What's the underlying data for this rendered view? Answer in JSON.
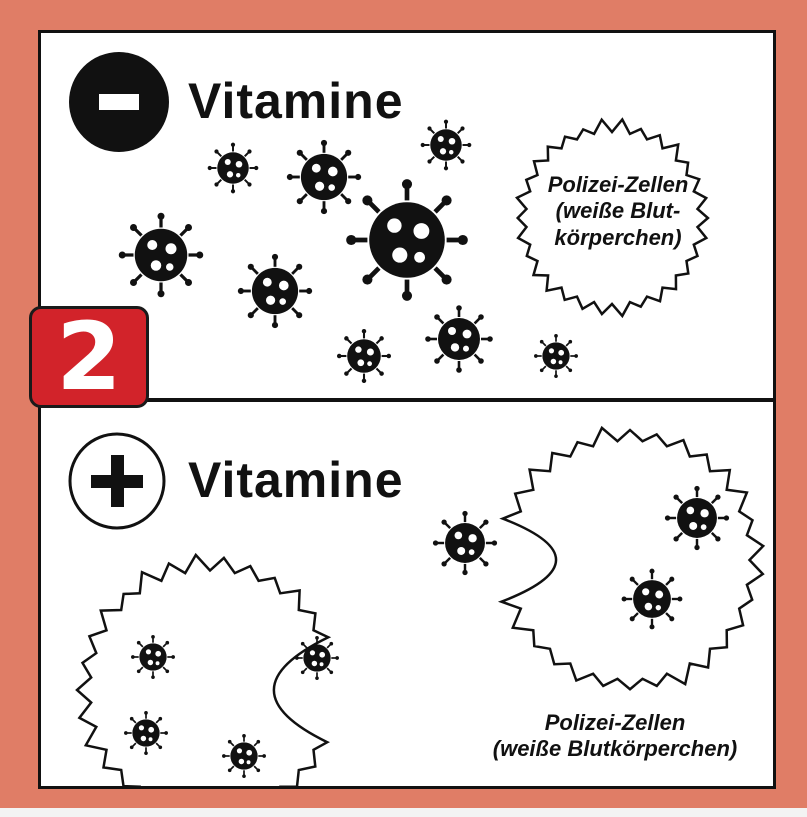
{
  "panel_top": {
    "sign": "minus",
    "title": "Vitamine",
    "cell_label_line1": "Polizei-Zellen",
    "cell_label_line2": "(weiße Blut-",
    "cell_label_line3": "körperchen)"
  },
  "panel_bottom": {
    "sign": "plus",
    "title": "Vitamine",
    "cell_label_line1": "Polizei-Zellen",
    "cell_label_line2": "(weiße Blutkörperchen)"
  },
  "badge": {
    "number": "2"
  },
  "colors": {
    "frame": "#e07d66",
    "badge": "#d2232a",
    "ink": "#111111",
    "background": "#ffffff"
  },
  "icons": [
    "minus-circle-icon",
    "plus-circle-icon",
    "virus-icon",
    "white-blood-cell-icon"
  ]
}
